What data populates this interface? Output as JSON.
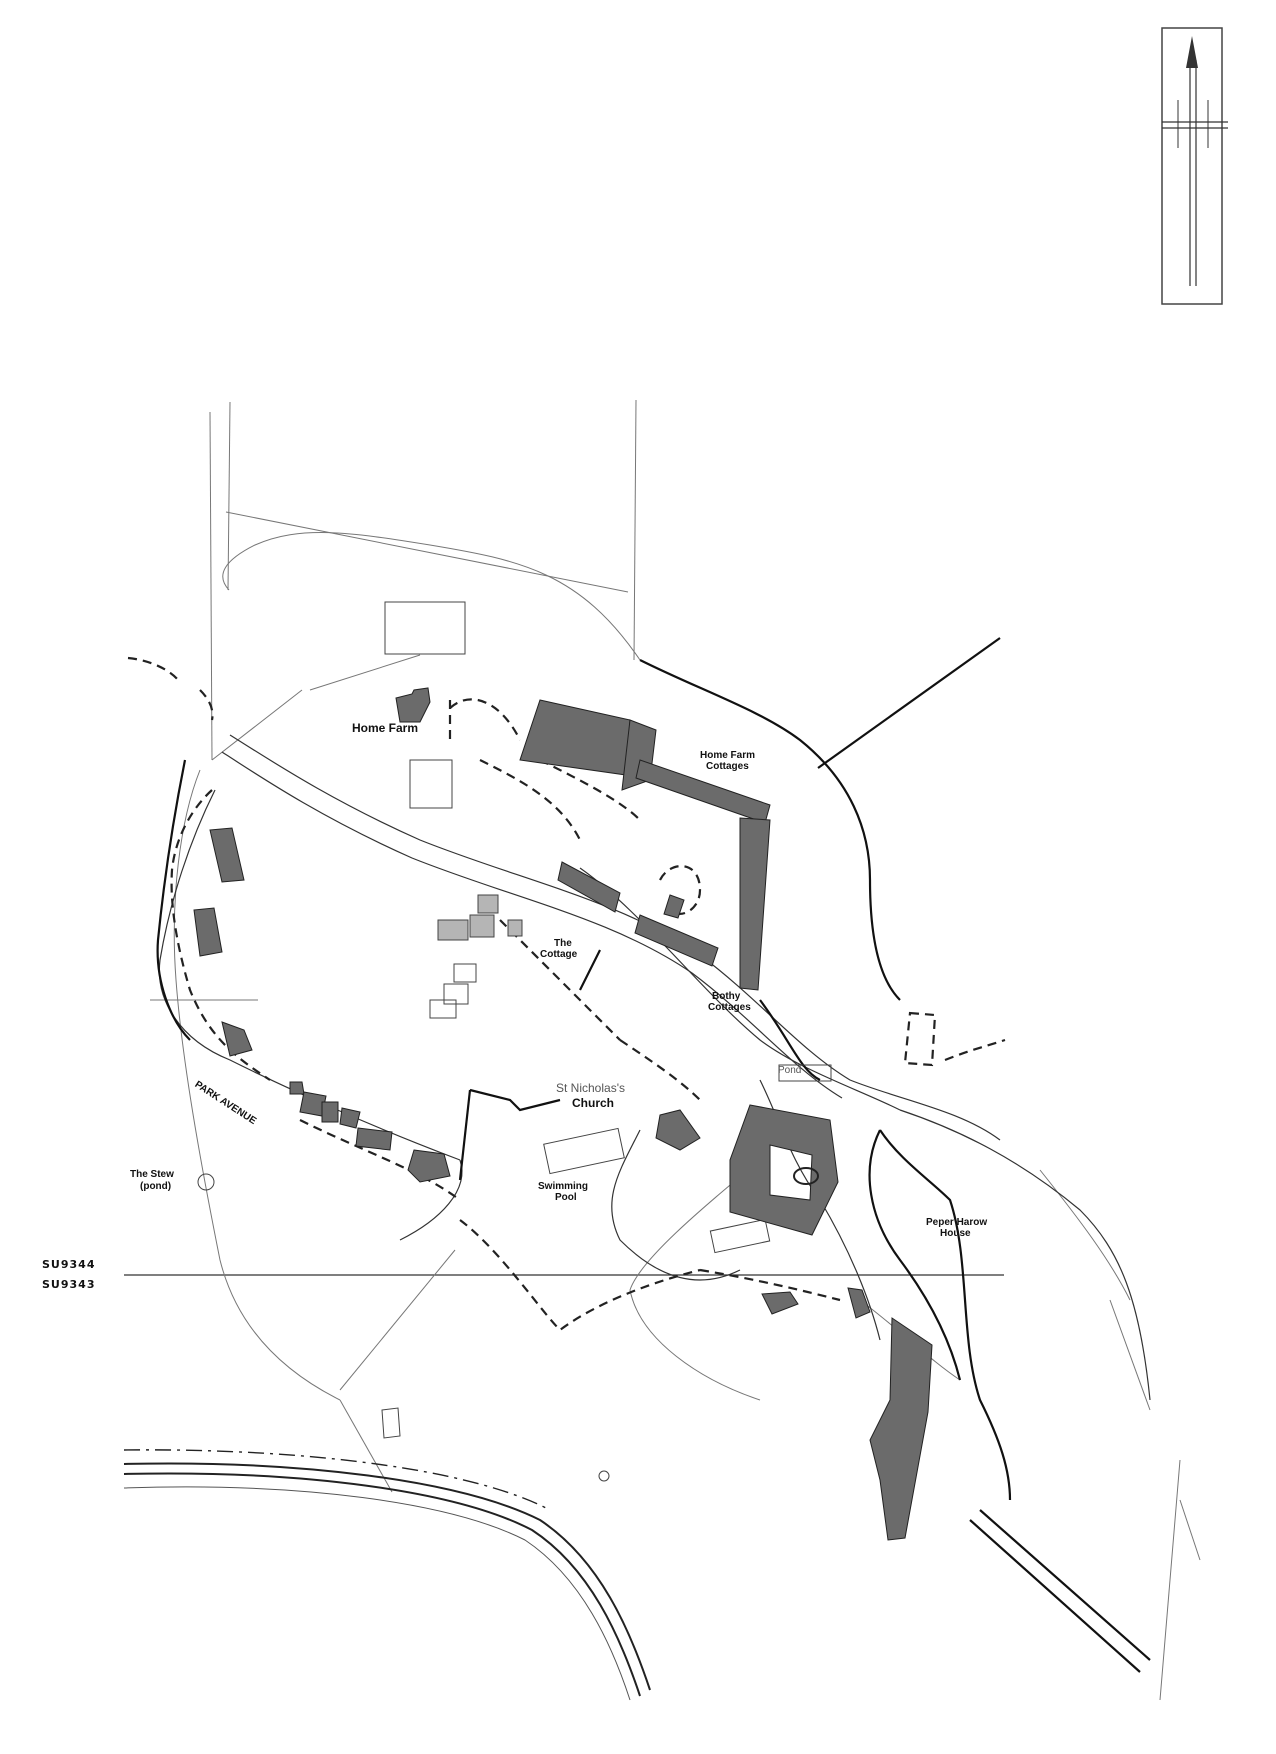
{
  "map": {
    "labels": {
      "home_farm": "Home Farm",
      "home_farm_cottages_1": "Home Farm",
      "home_farm_cottages_2": "Cottages",
      "the_cottage_1": "The",
      "the_cottage_2": "Cottage",
      "bothy_1": "Bothy",
      "bothy_2": "Cottages",
      "pond": "Pond",
      "church_1": "St Nicholas's",
      "church_2": "Church",
      "pool_1": "Swimming",
      "pool_2": "Pool",
      "peper_1": "Peper Harow",
      "peper_2": "House",
      "stew_1": "The Stew",
      "stew_2": "(pond)",
      "park_avenue": "PARK AVENUE"
    },
    "grid_refs": {
      "north": "SU9344",
      "south": "SU9343"
    },
    "colors": {
      "building_dark": "#6b6b6b",
      "building_light": "#b5b5b5",
      "line": "#222222",
      "faint_line": "#888888"
    }
  }
}
